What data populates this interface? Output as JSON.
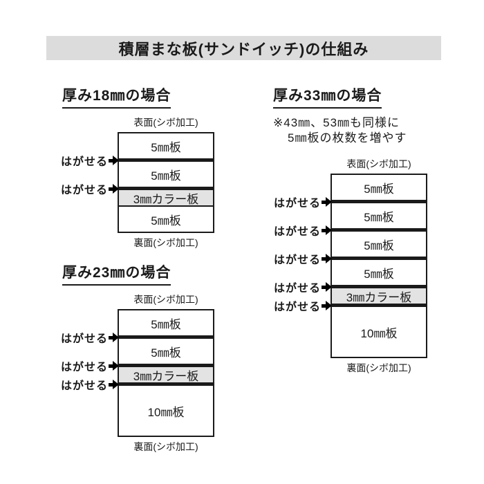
{
  "title": "積層まな板(サンドイッチ)の仕組み",
  "labels": {
    "surface": "表面(シボ加工)",
    "back": "裏面(シボ加工)",
    "peel": "はがせる",
    "arrow_icon": "➡"
  },
  "colors": {
    "title_bar_bg": "#dcdcdc",
    "color_board_bg": "#e3e3e3",
    "line": "#1a1a1a",
    "text": "#1a1a1a"
  },
  "diagrams": [
    {
      "heading": "厚み18㎜の場合",
      "total_mm": 18,
      "note_lines": [],
      "layers": [
        {
          "label": "5㎜板",
          "mm": 5,
          "color_board": false,
          "peel_below": true
        },
        {
          "label": "5㎜板",
          "mm": 5,
          "color_board": false,
          "peel_below": true
        },
        {
          "label": "3㎜カラー板",
          "mm": 3,
          "color_board": true,
          "peel_below": false
        },
        {
          "label": "5㎜板",
          "mm": 5,
          "color_board": false,
          "peel_below": false
        }
      ]
    },
    {
      "heading": "厚み23㎜の場合",
      "total_mm": 23,
      "note_lines": [],
      "layers": [
        {
          "label": "5㎜板",
          "mm": 5,
          "color_board": false,
          "peel_below": true
        },
        {
          "label": "5㎜板",
          "mm": 5,
          "color_board": false,
          "peel_below": true
        },
        {
          "label": "3㎜カラー板",
          "mm": 3,
          "color_board": true,
          "peel_below": true
        },
        {
          "label": "10㎜板",
          "mm": 10,
          "color_board": false,
          "peel_below": false
        }
      ]
    },
    {
      "heading": "厚み33㎜の場合",
      "total_mm": 33,
      "note_lines": [
        "※43㎜、53㎜も同様に",
        "5㎜板の枚数を増やす"
      ],
      "layers": [
        {
          "label": "5㎜板",
          "mm": 5,
          "color_board": false,
          "peel_below": true
        },
        {
          "label": "5㎜板",
          "mm": 5,
          "color_board": false,
          "peel_below": true
        },
        {
          "label": "5㎜板",
          "mm": 5,
          "color_board": false,
          "peel_below": true
        },
        {
          "label": "5㎜板",
          "mm": 5,
          "color_board": false,
          "peel_below": true
        },
        {
          "label": "3㎜カラー板",
          "mm": 3,
          "color_board": true,
          "peel_below": true
        },
        {
          "label": "10㎜板",
          "mm": 10,
          "color_board": false,
          "peel_below": false
        }
      ]
    }
  ]
}
